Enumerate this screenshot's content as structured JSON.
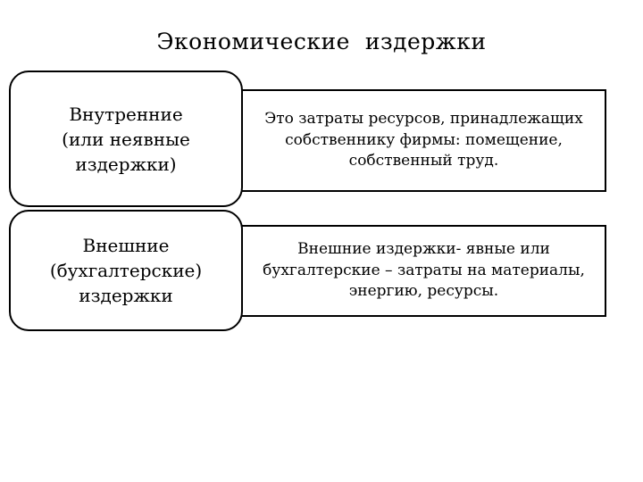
{
  "title": "Экономические  издержки",
  "rows": [
    {
      "label": "Внутренние\n(или неявные\nиздержки)",
      "description": "Это затраты ресурсов, принадлежащих собственнику фирмы:  помещение, собственный труд."
    },
    {
      "label": "Внешние\n(бухгалтерские)\nиздержки",
      "description": "Внешние издержки- явные или бухгалтерские – затраты на материалы, энергию, ресурсы."
    }
  ]
}
